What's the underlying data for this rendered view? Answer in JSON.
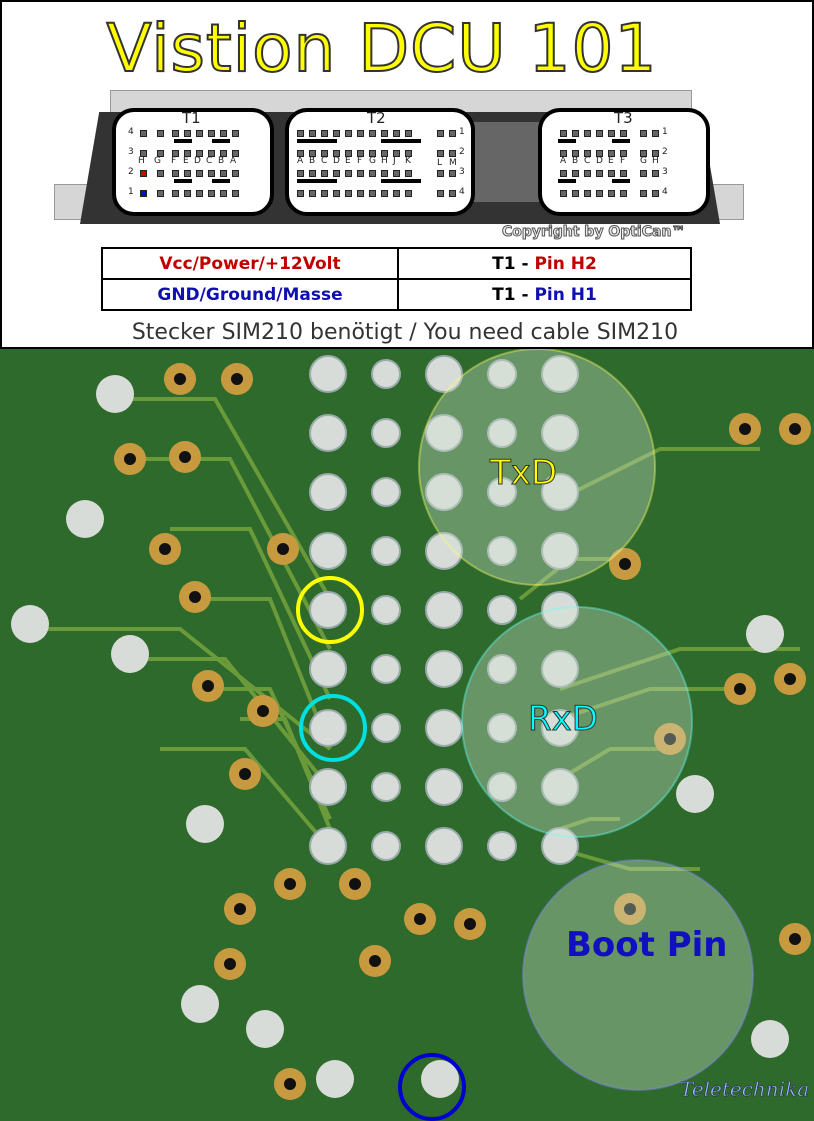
{
  "header": {
    "title": "Vistion DCU 101",
    "copyright": "Copyright by OptiCan™"
  },
  "connectors": [
    {
      "name": "T1",
      "letters": [
        "H",
        "G",
        "F",
        "E",
        "D",
        "C",
        "B",
        "A"
      ],
      "row_numbers": [
        "4",
        "3",
        "2",
        "1"
      ]
    },
    {
      "name": "T2",
      "letters": [
        "A",
        "B",
        "C",
        "D",
        "E",
        "F",
        "G",
        "H",
        "J",
        "K",
        "L",
        "M"
      ],
      "row_numbers": [
        "1",
        "2",
        "3",
        "4"
      ]
    },
    {
      "name": "T3",
      "letters": [
        "A",
        "B",
        "C",
        "D",
        "E",
        "F",
        "G",
        "H"
      ],
      "row_numbers": [
        "1",
        "2",
        "3",
        "4"
      ]
    }
  ],
  "pin_table": [
    {
      "signal": "Vcc/Power/+12Volt",
      "connector": "T1 -",
      "pin": "Pin H2",
      "color": "#c00000"
    },
    {
      "signal": "GND/Ground/Masse",
      "connector": "T1 -",
      "pin": "Pin H1",
      "color": "#1010b0"
    }
  ],
  "note": "Stecker SIM210 benötigt / You need cable SIM210",
  "photo": {
    "callouts": [
      {
        "label": "TxD",
        "color": "#ffff00"
      },
      {
        "label": "RxD",
        "color": "#00ffff"
      },
      {
        "label": "Boot Pin",
        "color": "#1010c0"
      }
    ],
    "watermark": "Teletechnika"
  }
}
